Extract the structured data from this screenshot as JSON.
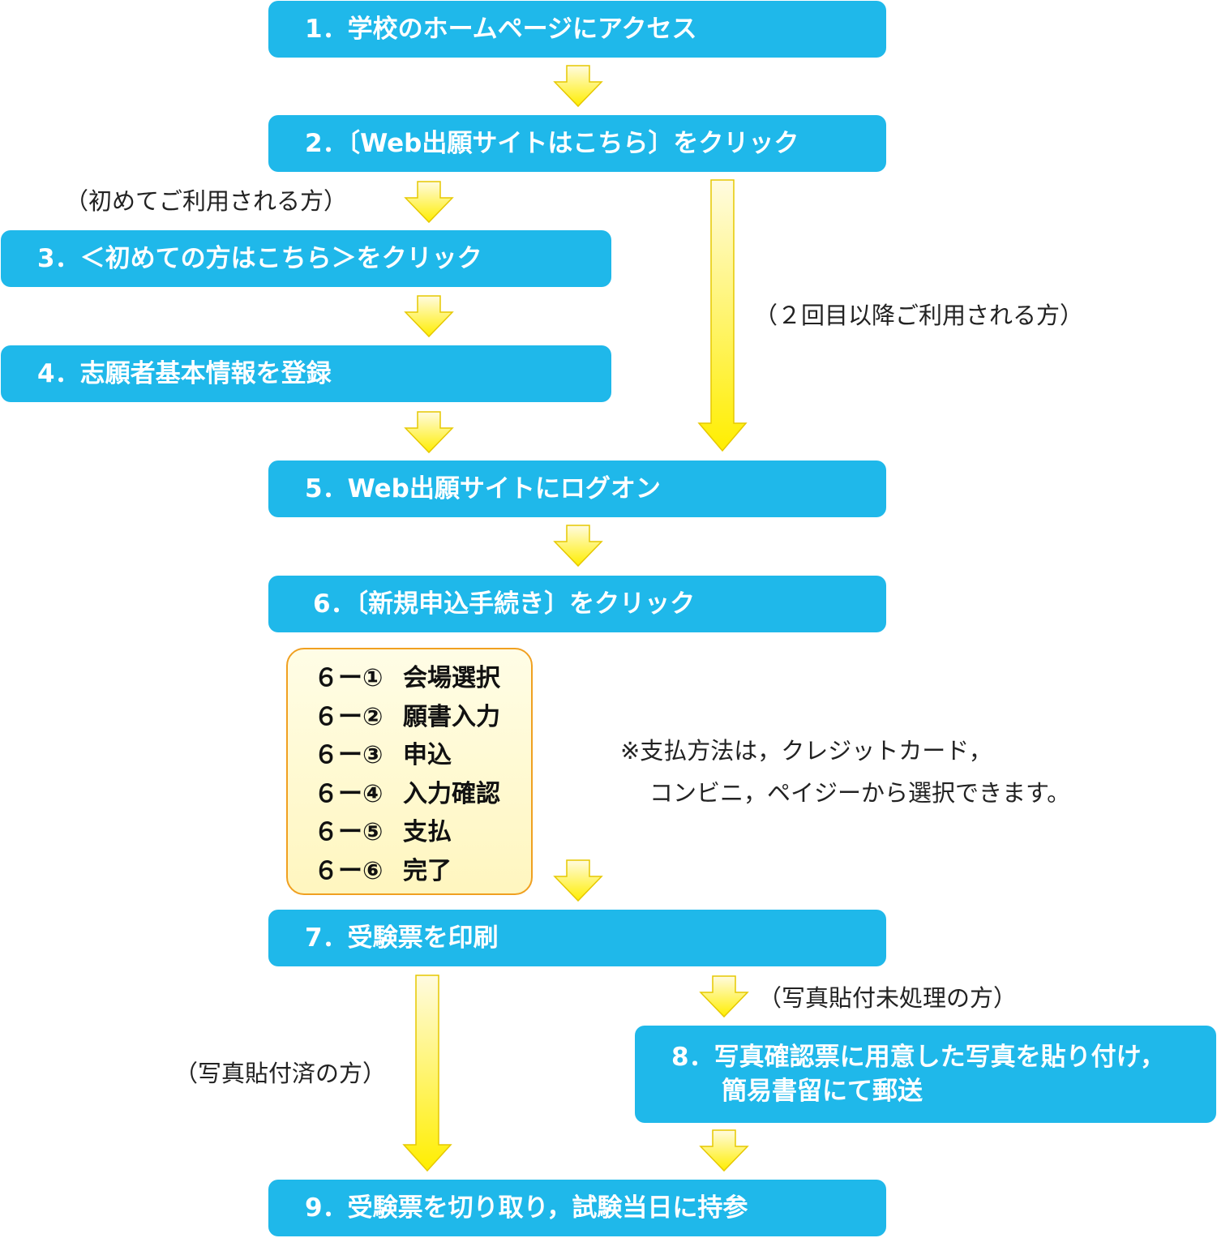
{
  "steps": [
    {
      "label": "1．学校のホームページにアクセス"
    },
    {
      "label": "2．〔Web出願サイトはこちら〕をクリック"
    },
    {
      "label": "3．＜初めての方はこちら＞をクリック"
    },
    {
      "label": "4．志願者基本情報を登録"
    },
    {
      "label": "5．Web出願サイトにログオン"
    },
    {
      "label": "6．〔新規申込手続き〕をクリック"
    },
    {
      "label": "7．受験票を印刷"
    },
    {
      "label": "8．写真確認票に用意した写真を貼り付け，",
      "label2": "簡易書留にて郵送"
    },
    {
      "label": "9．受験票を切り取り，試験当日に持参"
    }
  ],
  "substeps": [
    {
      "num": "６ー①",
      "label": "会場選択"
    },
    {
      "num": "６ー②",
      "label": "願書入力"
    },
    {
      "num": "６ー③",
      "label": "申込"
    },
    {
      "num": "６ー④",
      "label": "入力確認"
    },
    {
      "num": "６ー⑤",
      "label": "支払"
    },
    {
      "num": "６ー⑥",
      "label": "完了"
    }
  ],
  "notes": {
    "first_time": "（初めてご利用される方）",
    "second_time": "（２回目以降ご利用される方）",
    "payment_line1": "※支払方法は，クレジットカード，",
    "payment_line2": "コンビニ，ペイジーから選択できます。",
    "photo_not_attached": "（写真貼付未処理の方）",
    "photo_attached": "（写真貼付済の方）"
  },
  "colors": {
    "step_box": "#1fb8ea",
    "step_text": "#ffffff",
    "arrow_top": "#fffbe0",
    "arrow_bottom": "#ffee00",
    "arrow_stroke": "#e6c800",
    "subbox_border": "#f0a020",
    "subbox_fill": "#fff6bf"
  }
}
